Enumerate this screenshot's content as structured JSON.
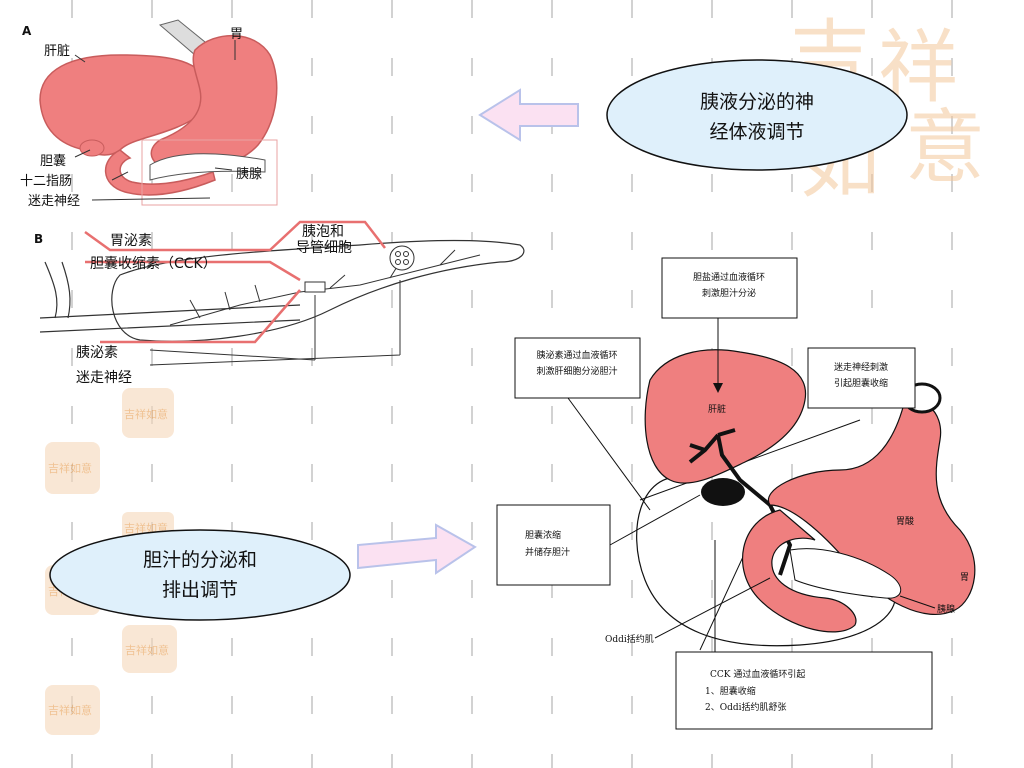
{
  "colors": {
    "organ": "#ef7f7f",
    "organ_edge": "#c85c5c",
    "nerve_red": "#e87070",
    "oval_fill": "#dff0fb",
    "arrow_fill": "#fbe1f2",
    "arrow_edge": "#b9c2ea",
    "watermark": "#f3c79a",
    "dash": "#cfcfcf"
  },
  "panel_a": {
    "letter": "A",
    "liver": "肝脏",
    "stomach": "胃",
    "gallbladder": "胆囊",
    "duodenum": "十二指肠",
    "vagus": "迷走神经",
    "pancreas": "胰腺"
  },
  "panel_b": {
    "letter": "B",
    "gastrin": "胃泌素",
    "cck": "胆囊收缩素（CCK）",
    "acinar_1": "胰泡和",
    "acinar_2": "导管细胞",
    "secretin": "胰泌素",
    "vagus": "迷走神经"
  },
  "oval_top": {
    "line1": "胰液分泌的神",
    "line2": "经体液调节"
  },
  "oval_bottom": {
    "line1": "胆汁的分泌和",
    "line2": "排出调节"
  },
  "panel_c": {
    "box_bile_salt_1": "胆盐通过血液循环",
    "box_bile_salt_2": "刺激胆汁分泌",
    "box_secretin_1": "胰泌素通过血液循环",
    "box_secretin_2": "刺激肝细胞分泌胆汁",
    "box_vagus_1": "迷走神经刺激",
    "box_vagus_2": "引起胆囊收缩",
    "box_gb_1": "胆囊浓缩",
    "box_gb_2": "并储存胆汁",
    "box_cck_1": "CCK 通过血液循环引起",
    "box_cck_2": "1、胆囊收缩",
    "box_cck_3": "2、Oddi括约肌舒张",
    "liver": "肝脏",
    "stomach": "胃酸",
    "stomach_side": "胃",
    "pancreas": "胰腺",
    "oddi": "Oddi括约肌"
  },
  "watermark": {
    "big_1": "吉",
    "big_2": "祥",
    "big_3": "如",
    "big_4": "意",
    "small": "吉祥如意"
  }
}
